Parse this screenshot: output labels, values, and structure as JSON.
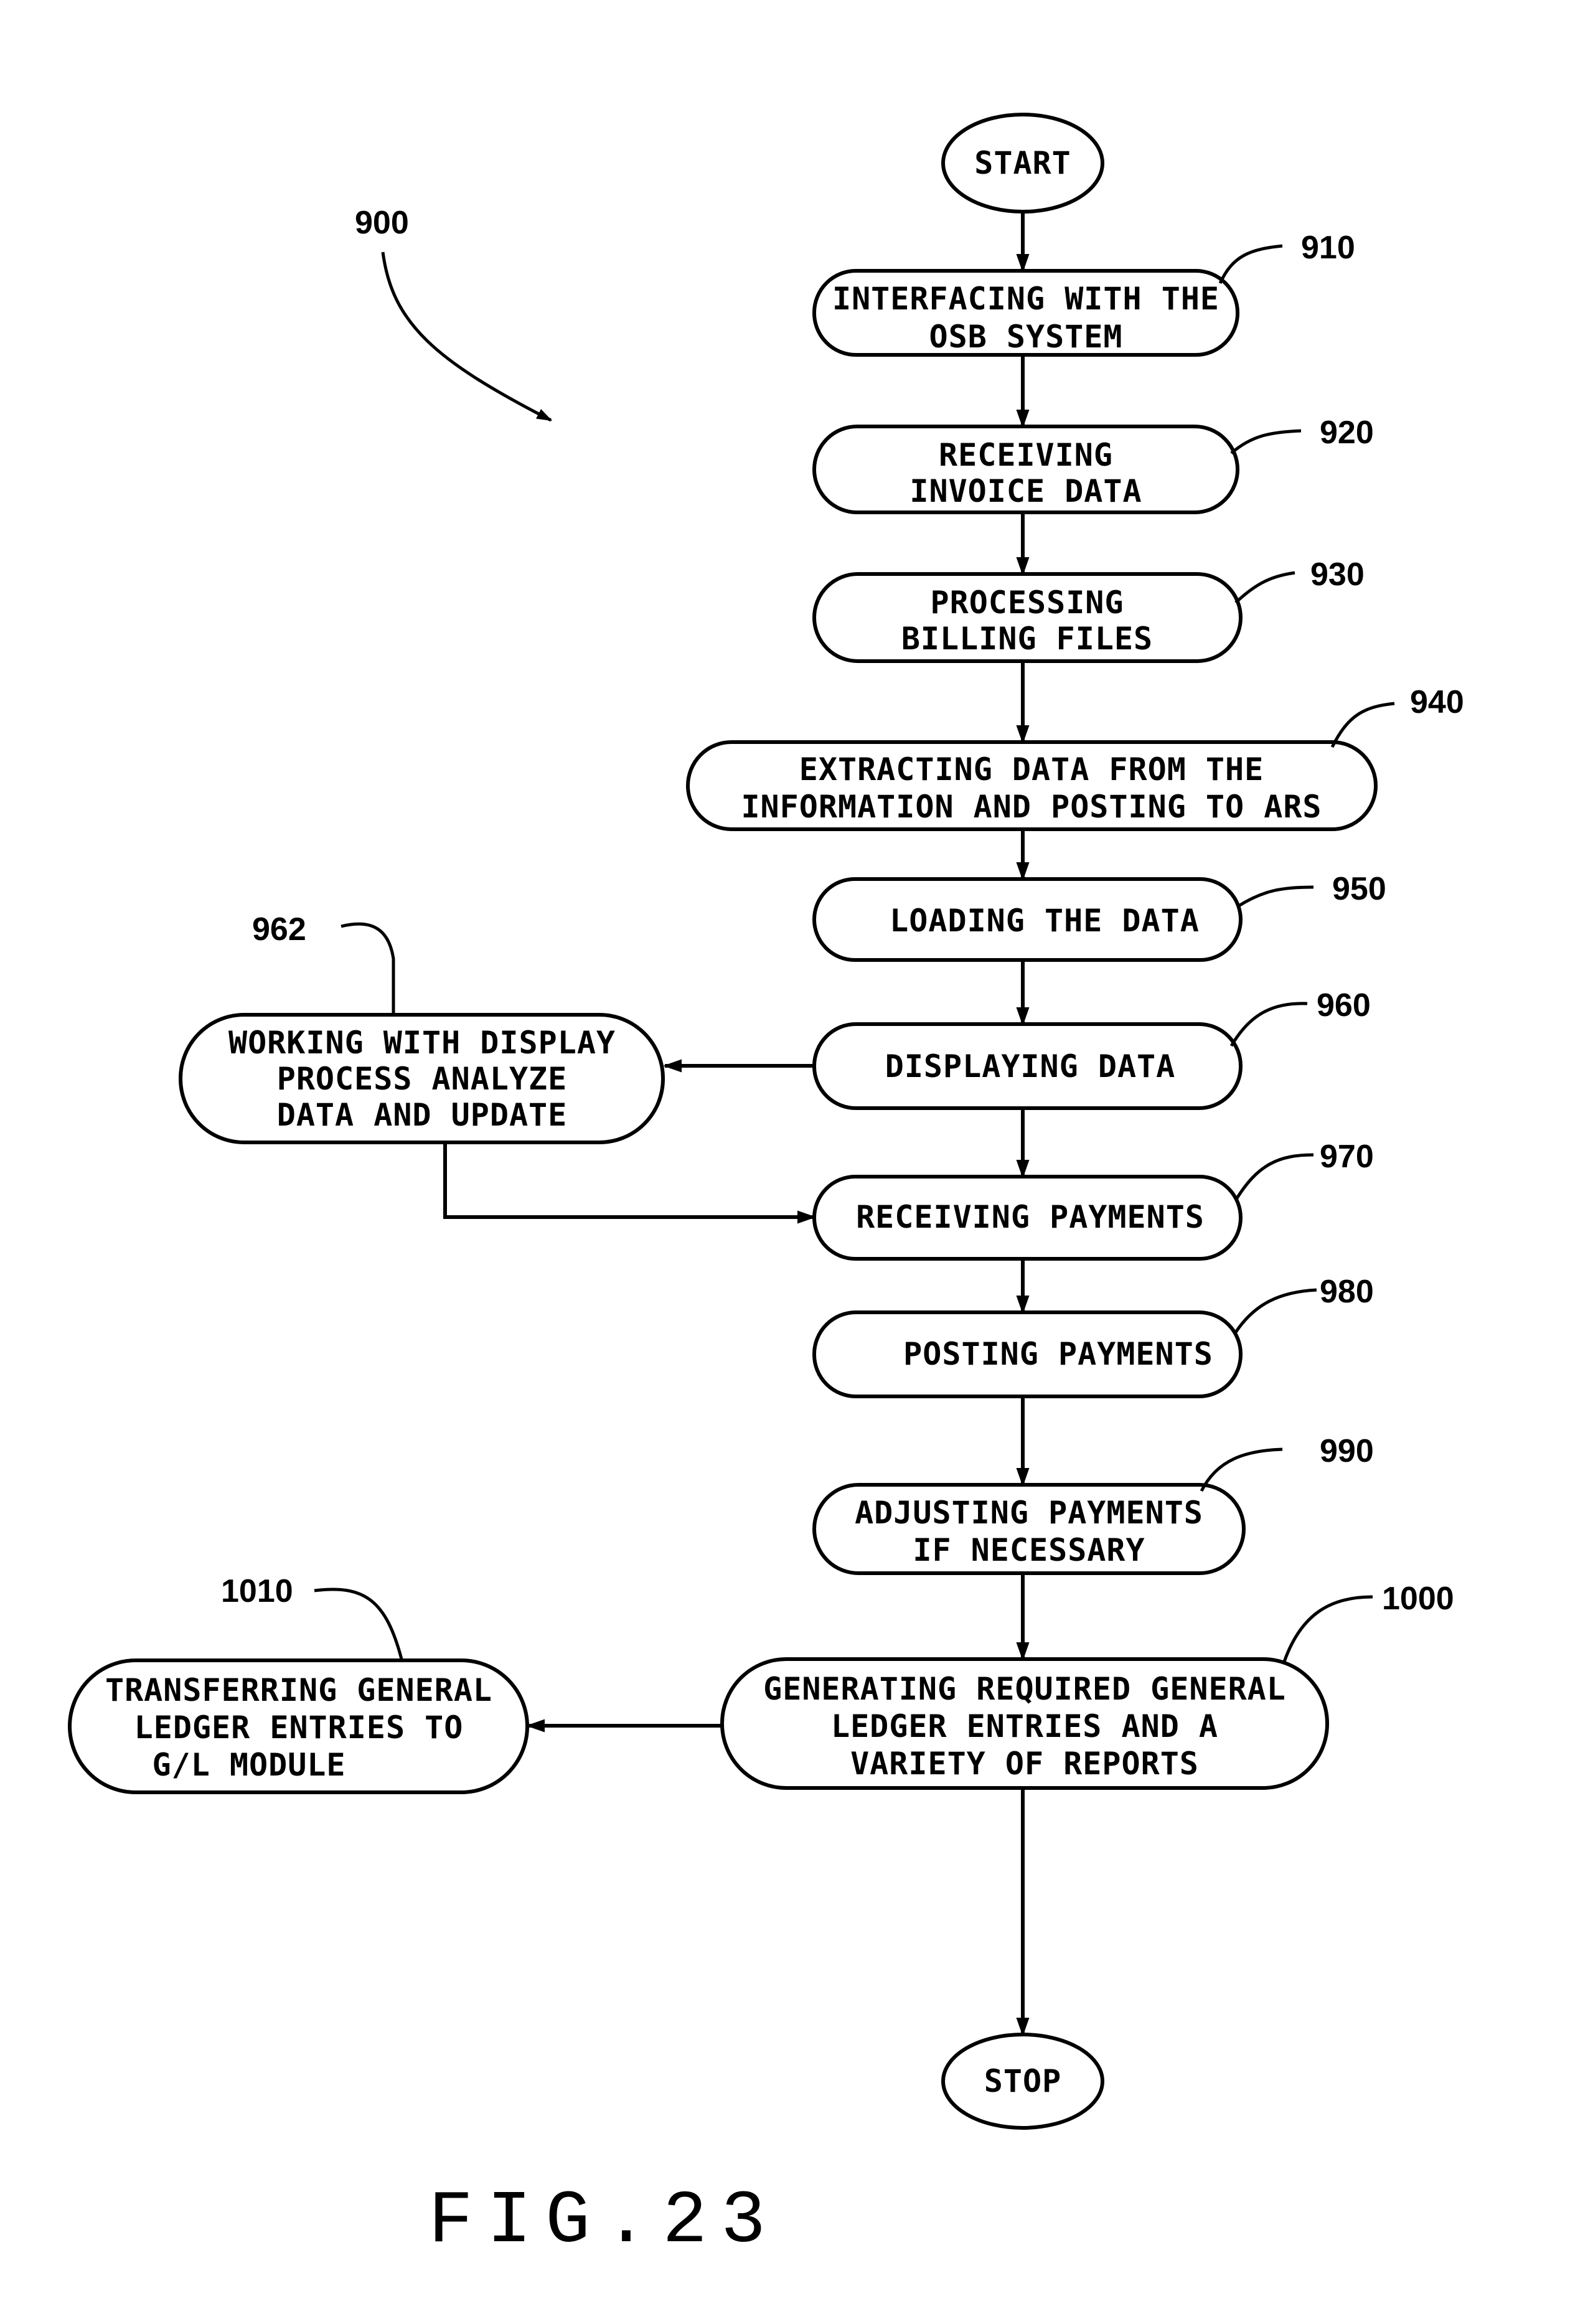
{
  "figure_ref": "900",
  "start": "START",
  "stop": "STOP",
  "steps": {
    "s910": {
      "ref": "910",
      "lines": [
        "INTERFACING WITH THE",
        "OSB SYSTEM"
      ]
    },
    "s920": {
      "ref": "920",
      "lines": [
        "RECEIVING",
        "INVOICE DATA"
      ]
    },
    "s930": {
      "ref": "930",
      "lines": [
        "PROCESSING",
        "BILLING FILES"
      ]
    },
    "s940": {
      "ref": "940",
      "lines": [
        "EXTRACTING DATA FROM THE",
        "INFORMATION AND POSTING TO ARS"
      ]
    },
    "s950": {
      "ref": "950",
      "lines": [
        "LOADING THE DATA"
      ]
    },
    "s960": {
      "ref": "960",
      "lines": [
        "DISPLAYING DATA"
      ]
    },
    "s962": {
      "ref": "962",
      "lines": [
        "WORKING WITH DISPLAY",
        "PROCESS ANALYZE",
        "DATA AND UPDATE"
      ]
    },
    "s970": {
      "ref": "970",
      "lines": [
        "RECEIVING PAYMENTS"
      ]
    },
    "s980": {
      "ref": "980",
      "lines": [
        "POSTING PAYMENTS"
      ]
    },
    "s990": {
      "ref": "990",
      "lines": [
        "ADJUSTING PAYMENTS",
        "IF NECESSARY"
      ]
    },
    "s1000": {
      "ref": "1000",
      "lines": [
        "GENERATING REQUIRED GENERAL",
        "LEDGER ENTRIES AND A",
        "VARIETY OF REPORTS"
      ]
    },
    "s1010": {
      "ref": "1010",
      "lines": [
        "TRANSFERRING GENERAL",
        "LEDGER ENTRIES TO",
        "G/L MODULE"
      ]
    }
  },
  "caption": "FIG.23"
}
